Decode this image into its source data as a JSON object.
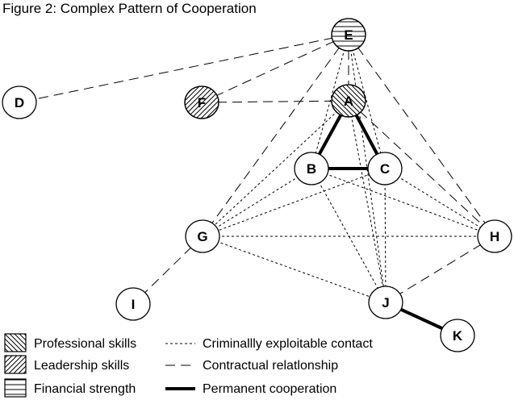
{
  "figure": {
    "title": "Figure 2: Complex Pattern of Cooperation"
  },
  "nodes": [
    {
      "id": "E",
      "label": "E",
      "attribute": "Financial strength"
    },
    {
      "id": "D",
      "label": "D",
      "attribute": ""
    },
    {
      "id": "F",
      "label": "F",
      "attribute": "Leadership skills"
    },
    {
      "id": "A",
      "label": "A",
      "attribute": "Professional skills"
    },
    {
      "id": "B",
      "label": "B",
      "attribute": ""
    },
    {
      "id": "C",
      "label": "C",
      "attribute": ""
    },
    {
      "id": "G",
      "label": "G",
      "attribute": ""
    },
    {
      "id": "H",
      "label": "H",
      "attribute": ""
    },
    {
      "id": "I",
      "label": "I",
      "attribute": ""
    },
    {
      "id": "J",
      "label": "J",
      "attribute": ""
    },
    {
      "id": "K",
      "label": "K",
      "attribute": ""
    }
  ],
  "edges": [
    {
      "from": "E",
      "to": "D",
      "type": "Contractual relationship"
    },
    {
      "from": "E",
      "to": "F",
      "type": "Contractual relationship"
    },
    {
      "from": "E",
      "to": "A",
      "type": "Contractual relationship"
    },
    {
      "from": "E",
      "to": "G",
      "type": "Contractual relationship"
    },
    {
      "from": "E",
      "to": "H",
      "type": "Contractual relationship"
    },
    {
      "from": "E",
      "to": "B",
      "type": "Criminally exploitable contact"
    },
    {
      "from": "E",
      "to": "C",
      "type": "Criminally exploitable contact"
    },
    {
      "from": "E",
      "to": "J",
      "type": "Criminally exploitable contact"
    },
    {
      "from": "F",
      "to": "A",
      "type": "Contractual relationship"
    },
    {
      "from": "A",
      "to": "G",
      "type": "Criminally exploitable contact"
    },
    {
      "from": "A",
      "to": "H",
      "type": "Contractual relationship"
    },
    {
      "from": "A",
      "to": "J",
      "type": "Criminally exploitable contact"
    },
    {
      "from": "B",
      "to": "G",
      "type": "Criminally exploitable contact"
    },
    {
      "from": "B",
      "to": "H",
      "type": "Criminally exploitable contact"
    },
    {
      "from": "B",
      "to": "J",
      "type": "Criminally exploitable contact"
    },
    {
      "from": "C",
      "to": "G",
      "type": "Criminally exploitable contact"
    },
    {
      "from": "C",
      "to": "H",
      "type": "Criminally exploitable contact"
    },
    {
      "from": "C",
      "to": "J",
      "type": "Criminally exploitable contact"
    },
    {
      "from": "G",
      "to": "H",
      "type": "Criminally exploitable contact"
    },
    {
      "from": "G",
      "to": "J",
      "type": "Criminally exploitable contact"
    },
    {
      "from": "G",
      "to": "I",
      "type": "Contractual relationship"
    },
    {
      "from": "H",
      "to": "J",
      "type": "Contractual relationship"
    },
    {
      "from": "A",
      "to": "B",
      "type": "Permanent cooperation"
    },
    {
      "from": "A",
      "to": "C",
      "type": "Permanent cooperation"
    },
    {
      "from": "B",
      "to": "C",
      "type": "Permanent cooperation"
    },
    {
      "from": "J",
      "to": "K",
      "type": "Permanent cooperation"
    }
  ],
  "legend": {
    "attributes": [
      {
        "label": "Professional skills",
        "pattern": "professional"
      },
      {
        "label": "Leadership skills",
        "pattern": "leadership"
      },
      {
        "label": "Financial strength",
        "pattern": "financial"
      }
    ],
    "relations": [
      {
        "label": "Criminallly exploitable contact",
        "style": "dotted"
      },
      {
        "label": "Contractual relatlonship",
        "style": "dashed"
      },
      {
        "label": "Permanent cooperation",
        "style": "solid-bold"
      }
    ]
  }
}
